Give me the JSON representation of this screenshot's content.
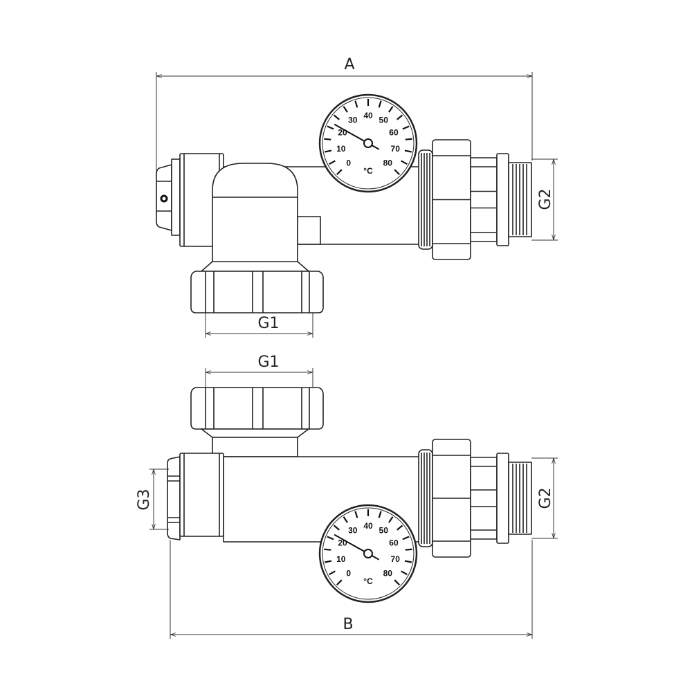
{
  "dimensions": {
    "a": "A",
    "b": "B",
    "g1_top_view": "G1",
    "g1_bottom_view": "G1",
    "g2_top_view": "G2",
    "g2_bottom_view": "G2",
    "g3": "G3"
  },
  "thermometer": {
    "scale_labels": [
      "0",
      "10",
      "20",
      "30",
      "40",
      "50",
      "60",
      "70",
      "80"
    ],
    "unit": "°C",
    "reading": 22,
    "scale_min": 0,
    "scale_max": 80
  }
}
